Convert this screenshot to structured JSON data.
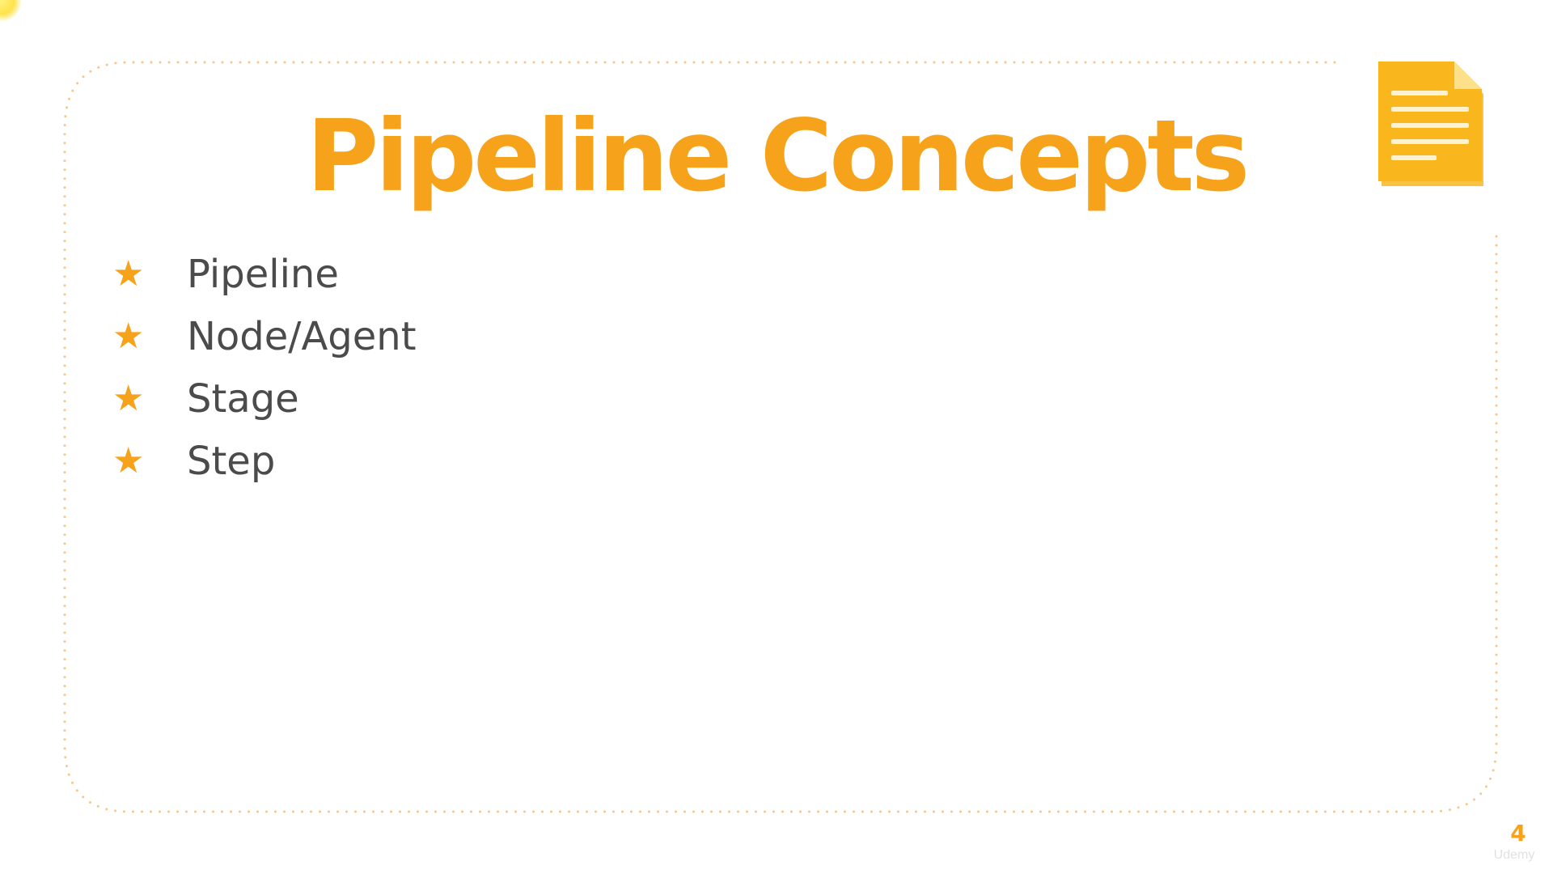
{
  "slide": {
    "title": "Pipeline Concepts",
    "page_number": "4",
    "watermark": "Udemy"
  },
  "concepts": [
    {
      "label": "Pipeline",
      "icon": "star-icon"
    },
    {
      "label": "Node/Agent",
      "icon": "star-icon"
    },
    {
      "label": "Stage",
      "icon": "star-icon"
    },
    {
      "label": "Step",
      "icon": "star-icon"
    }
  ],
  "colors": {
    "accent": "#f7a21b",
    "text": "#4b4b4b",
    "border": "#f6c78a"
  }
}
